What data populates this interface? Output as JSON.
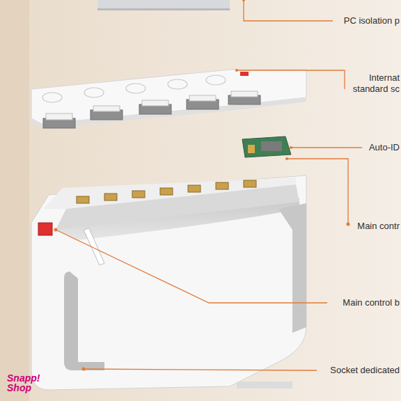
{
  "diagram": {
    "labels": [
      "PC isolation p",
      "Internat standard sc",
      "Auto-ID",
      "Main contr",
      "Main control b",
      "Socket dedicated",
      "Snapp! Shop"
    ]
  }
}
